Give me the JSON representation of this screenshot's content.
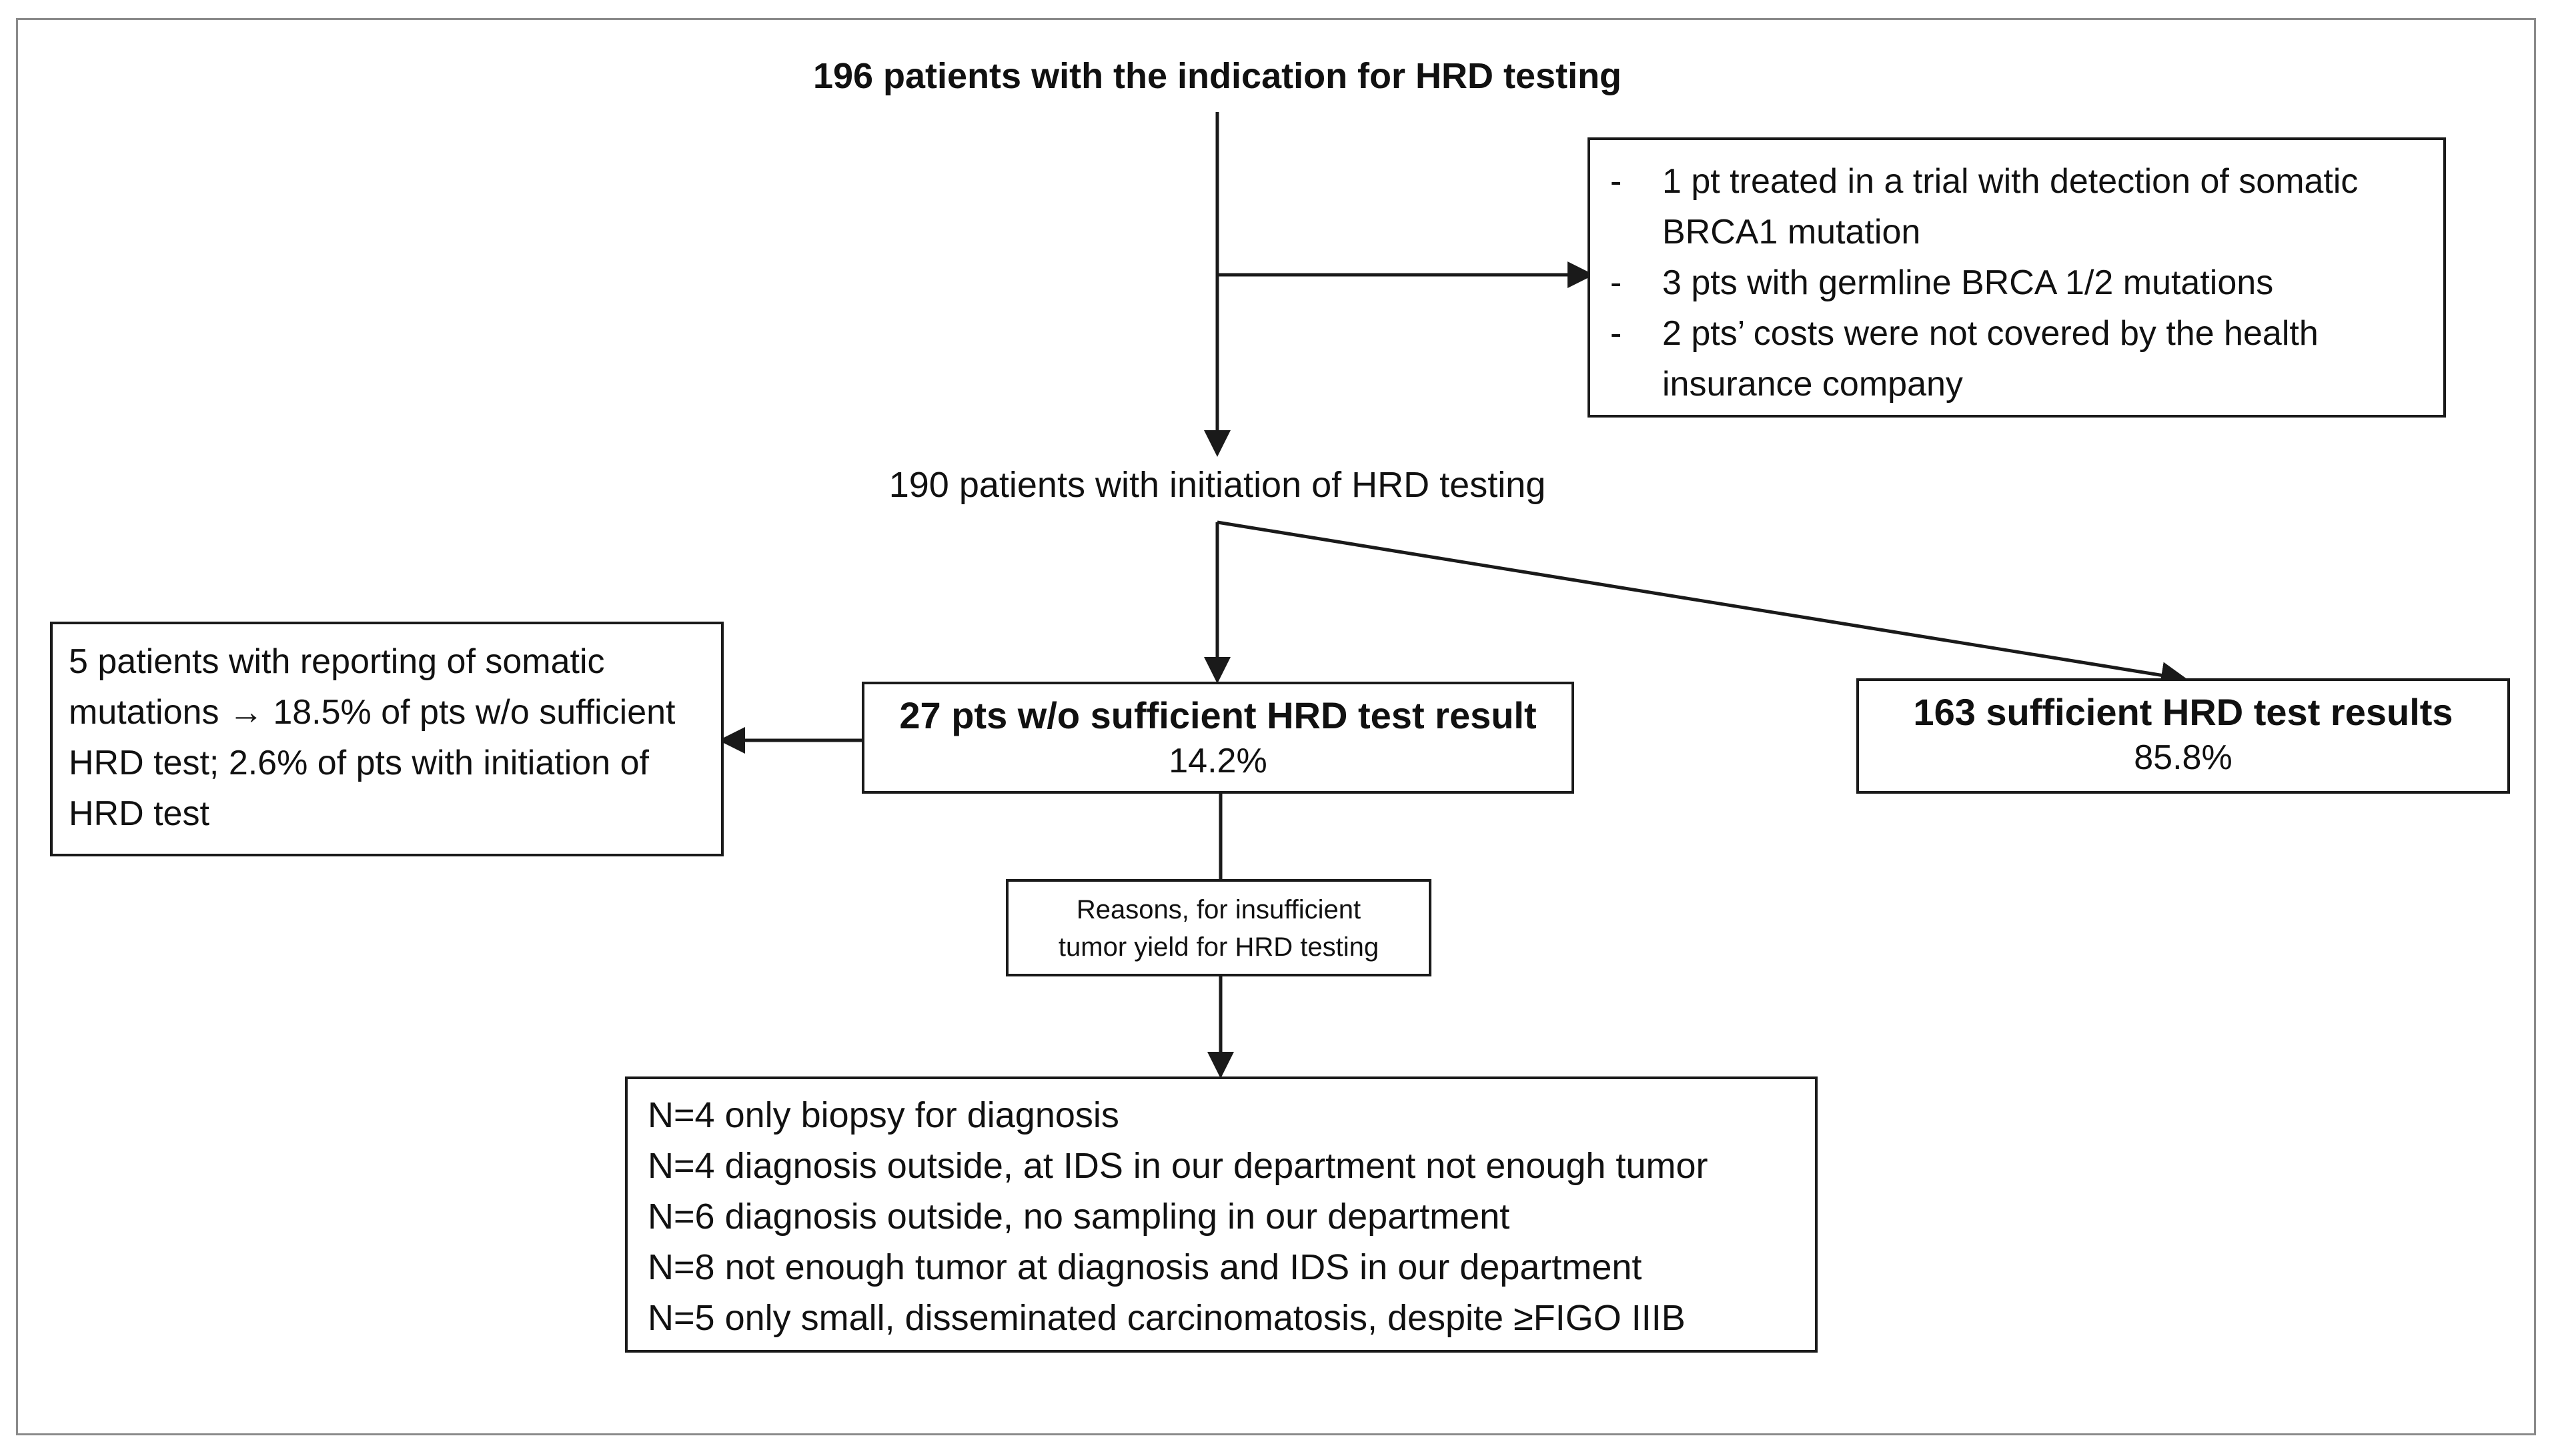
{
  "top_node": {
    "text": "196 patients with the indication  for HRD testing"
  },
  "exclusions": {
    "items": [
      "1 pt treated in a trial with detection of somatic BRCA1 mutation",
      "3 pts with germline BRCA 1/2 mutations",
      "2 pts’ costs were not covered by the health insurance company"
    ]
  },
  "initiation_node": {
    "text": "190 patients with initiation of HRD testing"
  },
  "insufficient_node": {
    "title": "27 pts w/o sufficient  HRD test result",
    "percent": "14.2%"
  },
  "sufficient_node": {
    "title": "163 sufficient HRD test results",
    "percent": "85.8%"
  },
  "somatic_node": {
    "text": "5 patients with reporting of somatic mutations → 18.5% of pts w/o sufficient HRD test; 2.6% of  pts with initiation of HRD test"
  },
  "reasons_label": {
    "line1": "Reasons, for insufficient",
    "line2": "tumor yield for HRD testing"
  },
  "reasons_list": {
    "items": [
      "N=4 only biopsy for diagnosis",
      "N=4 diagnosis outside, at IDS in our department  not enough  tumor",
      "N=6 diagnosis outside, no sampling in our department",
      "N=8 not enough  tumor at diagnosis and IDS in our department",
      "N=5 only small, disseminated carcinomatosis, despite ≥FIGO IIIB"
    ]
  }
}
